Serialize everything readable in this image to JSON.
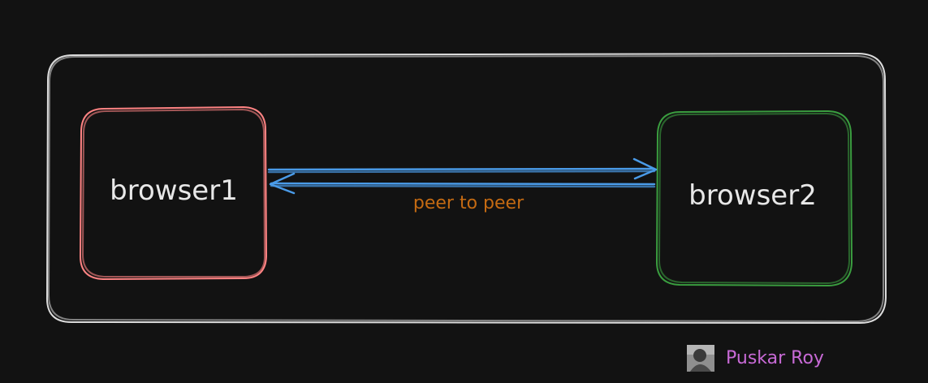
{
  "nodes": {
    "browser1": {
      "label": "browser1",
      "color": "#ff8383"
    },
    "browser2": {
      "label": "browser2",
      "color": "#3a9d3f"
    }
  },
  "connection": {
    "label": "peer to peer",
    "color": "#4a9be8",
    "label_color": "#c46a12"
  },
  "container": {
    "color": "#dcdcdc"
  },
  "author": {
    "name": "Puskar Roy",
    "color": "#c86ad6"
  },
  "colors": {
    "background": "#121212",
    "node_text": "#e8e8e8"
  }
}
